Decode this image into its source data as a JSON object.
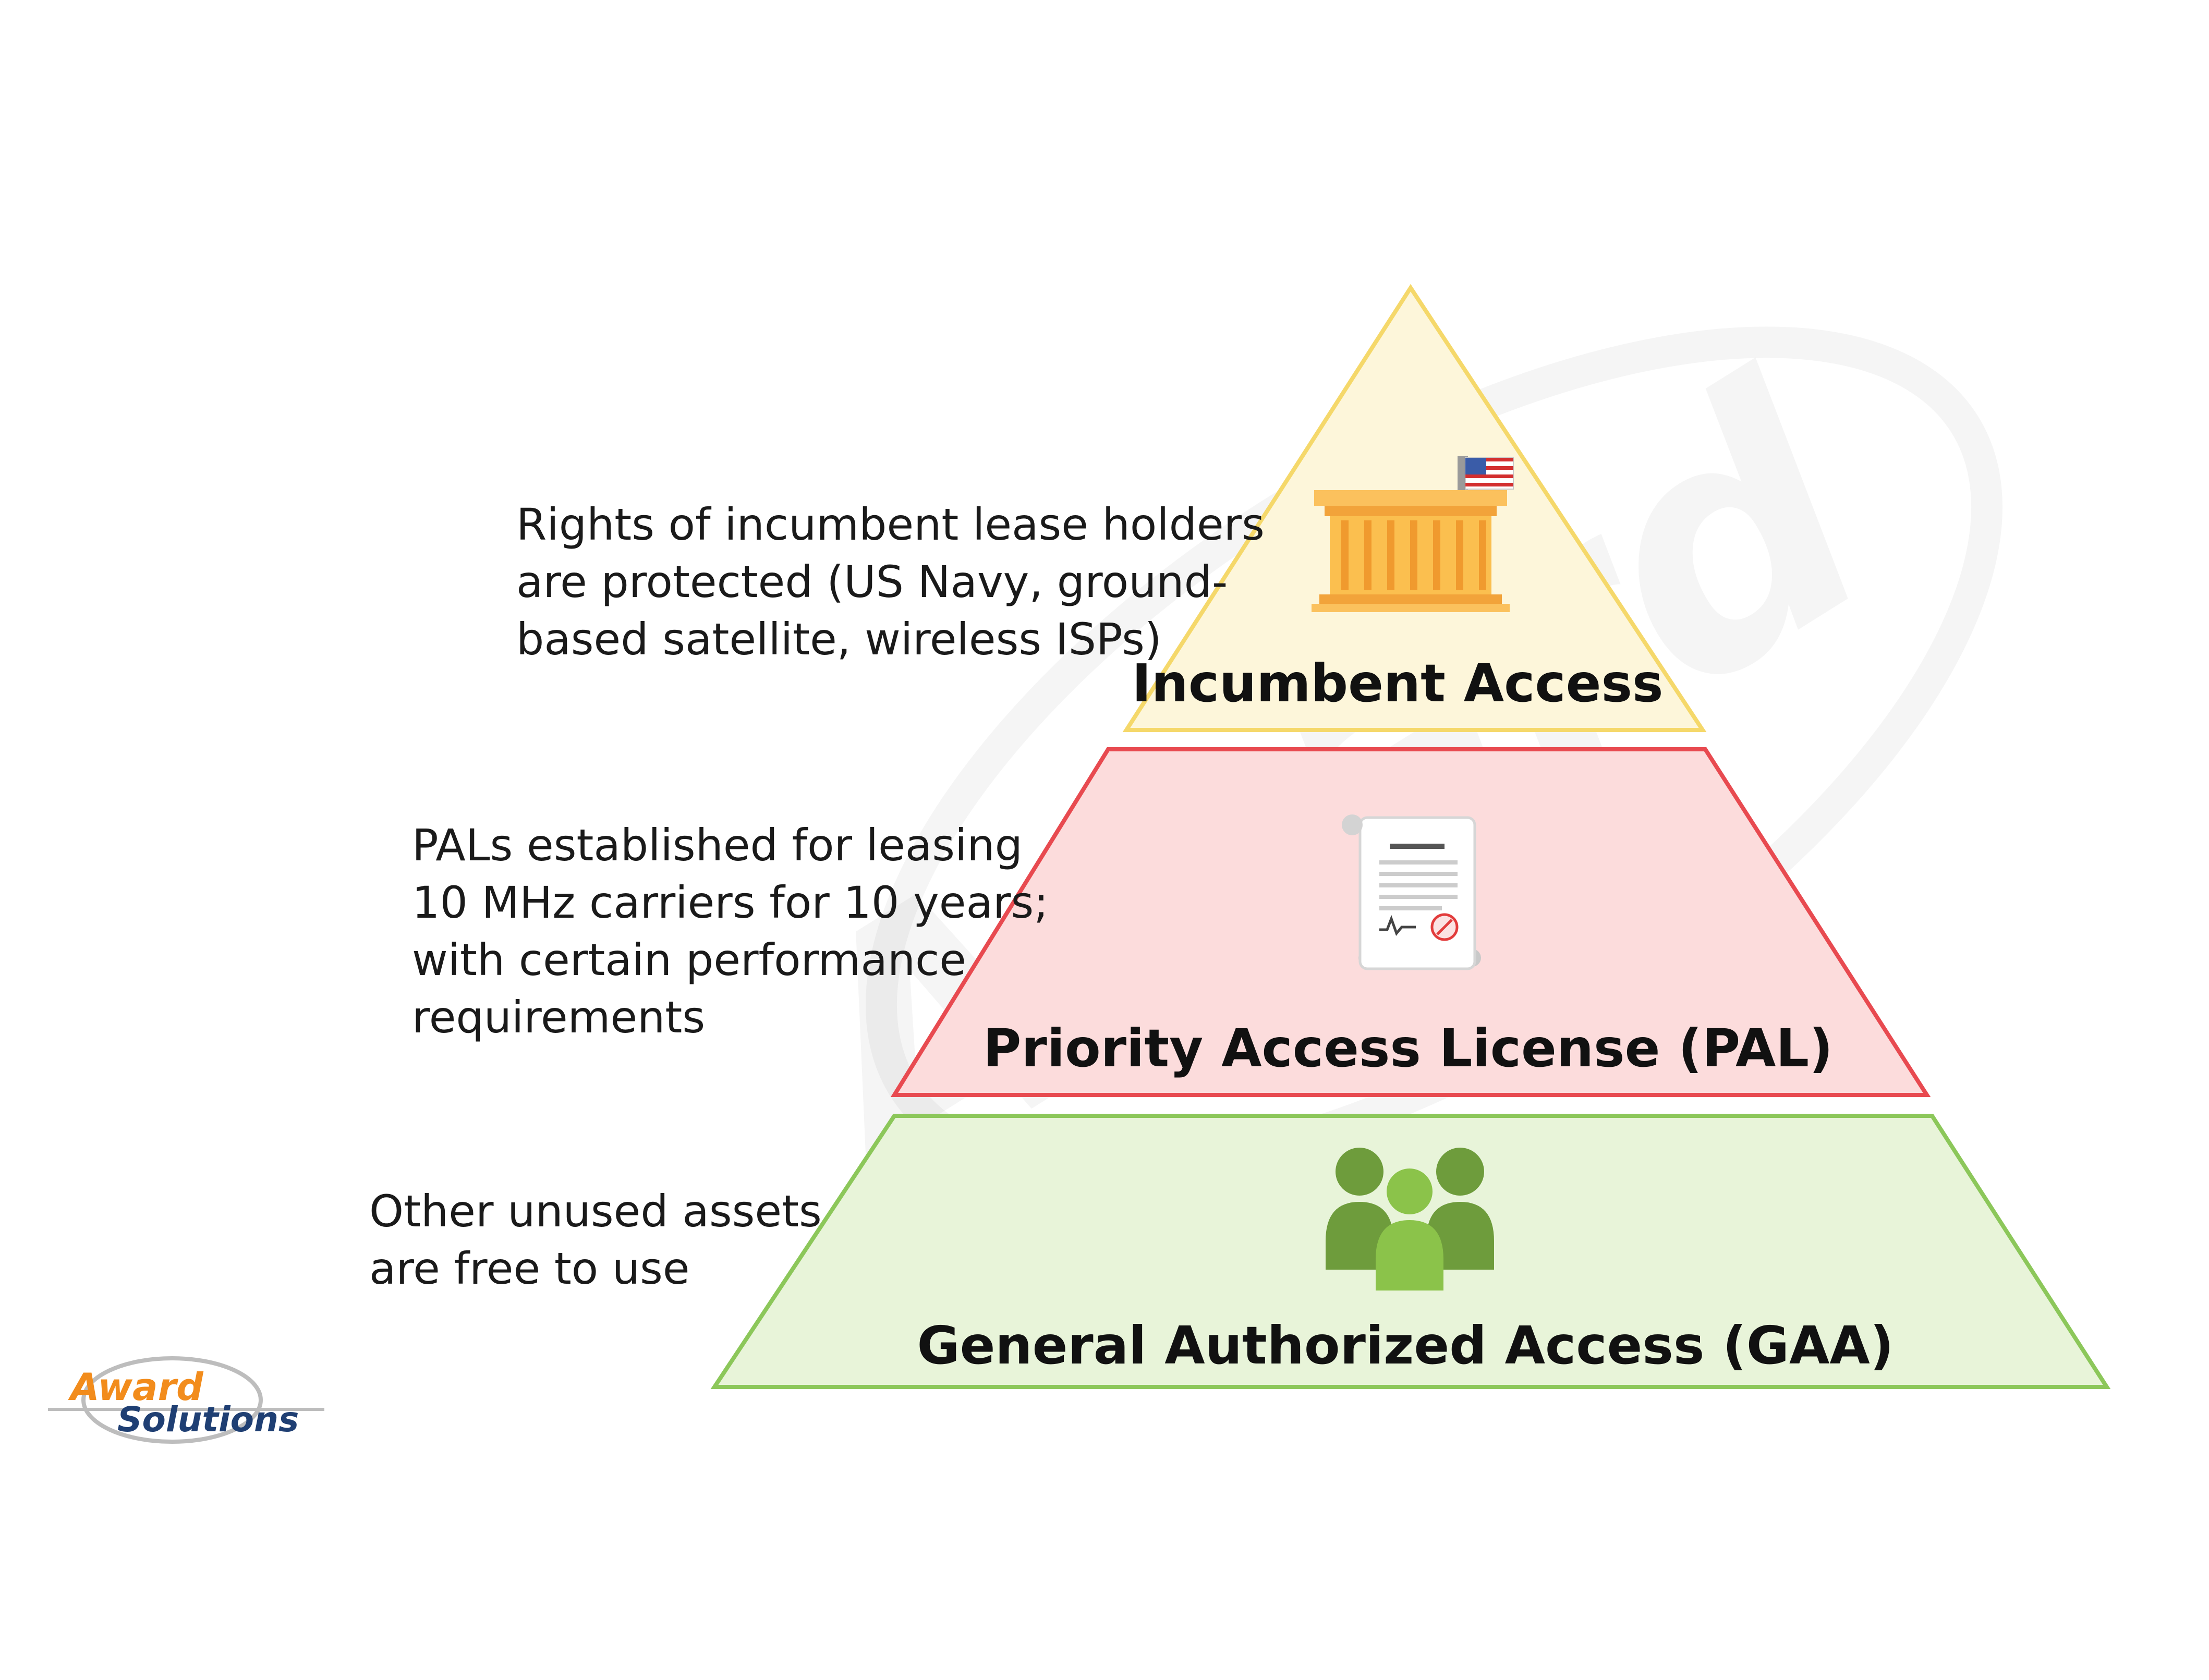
{
  "tiers": [
    {
      "title": "Incumbent Access",
      "icon": "government-building-icon",
      "fill": "#fdf6da",
      "stroke": "#f5d86a",
      "description": [
        "Rights of incumbent lease holders",
        "are protected (US Navy, ground-",
        "based satellite, wireless ISPs)"
      ]
    },
    {
      "title": "Priority Access License (PAL)",
      "icon": "license-document-icon",
      "fill": "#fcdcdc",
      "stroke": "#e84a50",
      "description": [
        "PALs established for leasing",
        "10 MHz carriers for 10 years;",
        "with certain performance",
        "requirements"
      ]
    },
    {
      "title": "General Authorized Access (GAA)",
      "icon": "user-group-icon",
      "fill": "#e8f4d9",
      "stroke": "#8cc75a",
      "description": [
        "Other unused assets",
        "are free to use"
      ]
    }
  ],
  "logo": {
    "line1": "Award",
    "line2": "Solutions",
    "colors": {
      "award": "#f28c1c",
      "solutions": "#1f3f73"
    }
  }
}
